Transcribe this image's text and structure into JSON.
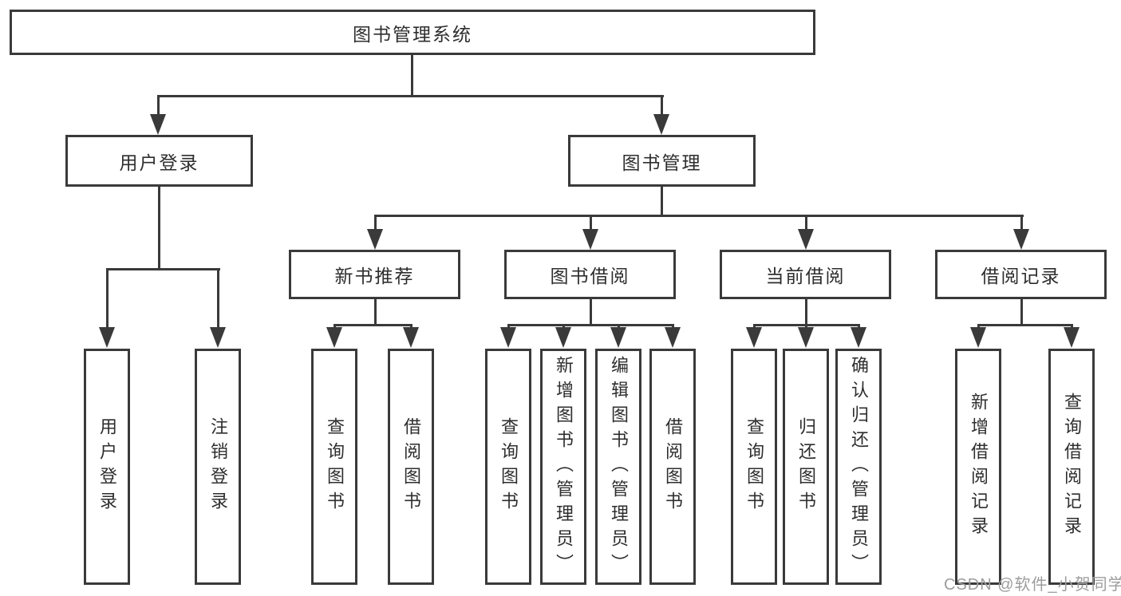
{
  "colors": {
    "line": "#3a3a3a",
    "text": "#2e2e2e",
    "watermark": "#9d9d9d",
    "bg": "#ffffff"
  },
  "tree": {
    "label": "图书管理系统",
    "children": [
      {
        "label": "用户登录",
        "children": [
          {
            "label": "用户登录"
          },
          {
            "label": "注销登录"
          }
        ]
      },
      {
        "label": "图书管理",
        "children": [
          {
            "label": "新书推荐",
            "children": [
              {
                "label": "查询图书"
              },
              {
                "label": "借阅图书"
              }
            ]
          },
          {
            "label": "图书借阅",
            "children": [
              {
                "label": "查询图书"
              },
              {
                "label": "新增图书（管理员）"
              },
              {
                "label": "编辑图书（管理员）"
              },
              {
                "label": "借阅图书"
              }
            ]
          },
          {
            "label": "当前借阅",
            "children": [
              {
                "label": "查询图书"
              },
              {
                "label": "归还图书"
              },
              {
                "label": "确认归还（管理员）"
              }
            ]
          },
          {
            "label": "借阅记录",
            "children": [
              {
                "label": "新增借阅记录"
              },
              {
                "label": "查询借阅记录"
              }
            ]
          }
        ]
      }
    ]
  },
  "watermark": "CSDN @软件_小贺同学"
}
